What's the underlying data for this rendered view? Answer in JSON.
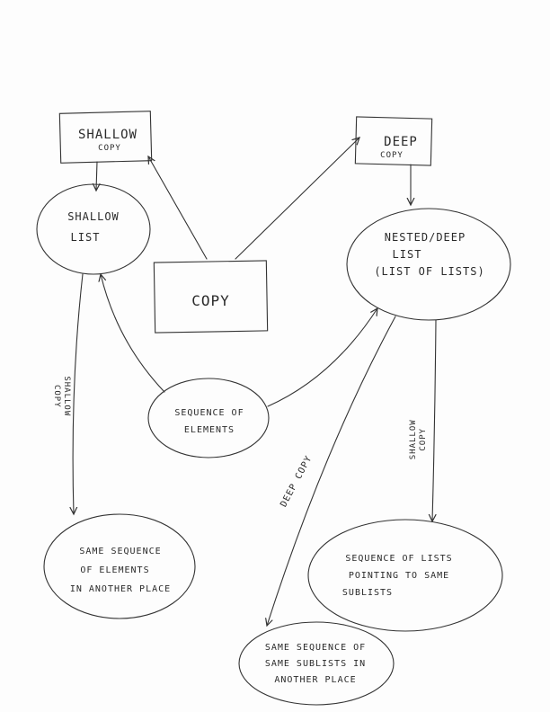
{
  "nodes": {
    "shallow_copy": {
      "line1": "SHALLOW",
      "line2": "COPY"
    },
    "deep_copy": {
      "line1": "DEEP",
      "line2": "COPY"
    },
    "copy": {
      "label": "COPY"
    },
    "shallow_list": {
      "line1": "SHALLOW",
      "line2": "LIST"
    },
    "nested_list": {
      "line1": "NESTED/DEEP",
      "line2": "LIST",
      "line3": "(LIST OF LISTS)"
    },
    "sequence": {
      "line1": "SEQUENCE OF",
      "line2": "ELEMENTS"
    },
    "same_sequence": {
      "line1": "SAME SEQUENCE",
      "line2": "OF ELEMENTS",
      "line3": "IN ANOTHER PLACE"
    },
    "sequence_of_lists": {
      "line1": "SEQUENCE OF LISTS",
      "line2": "POINTING TO SAME",
      "line3": "SUBLISTS"
    },
    "same_sequence_sublists": {
      "line1": "SAME SEQUENCE OF",
      "line2": "SAME SUBLISTS IN",
      "line3": "ANOTHER PLACE"
    }
  },
  "edge_labels": {
    "left_shallow": {
      "line1": "SHALLOW",
      "line2": "COPY"
    },
    "right_shallow": {
      "line1": "SHALLOW",
      "line2": "COPY"
    },
    "deep": "DEEP COPY"
  }
}
